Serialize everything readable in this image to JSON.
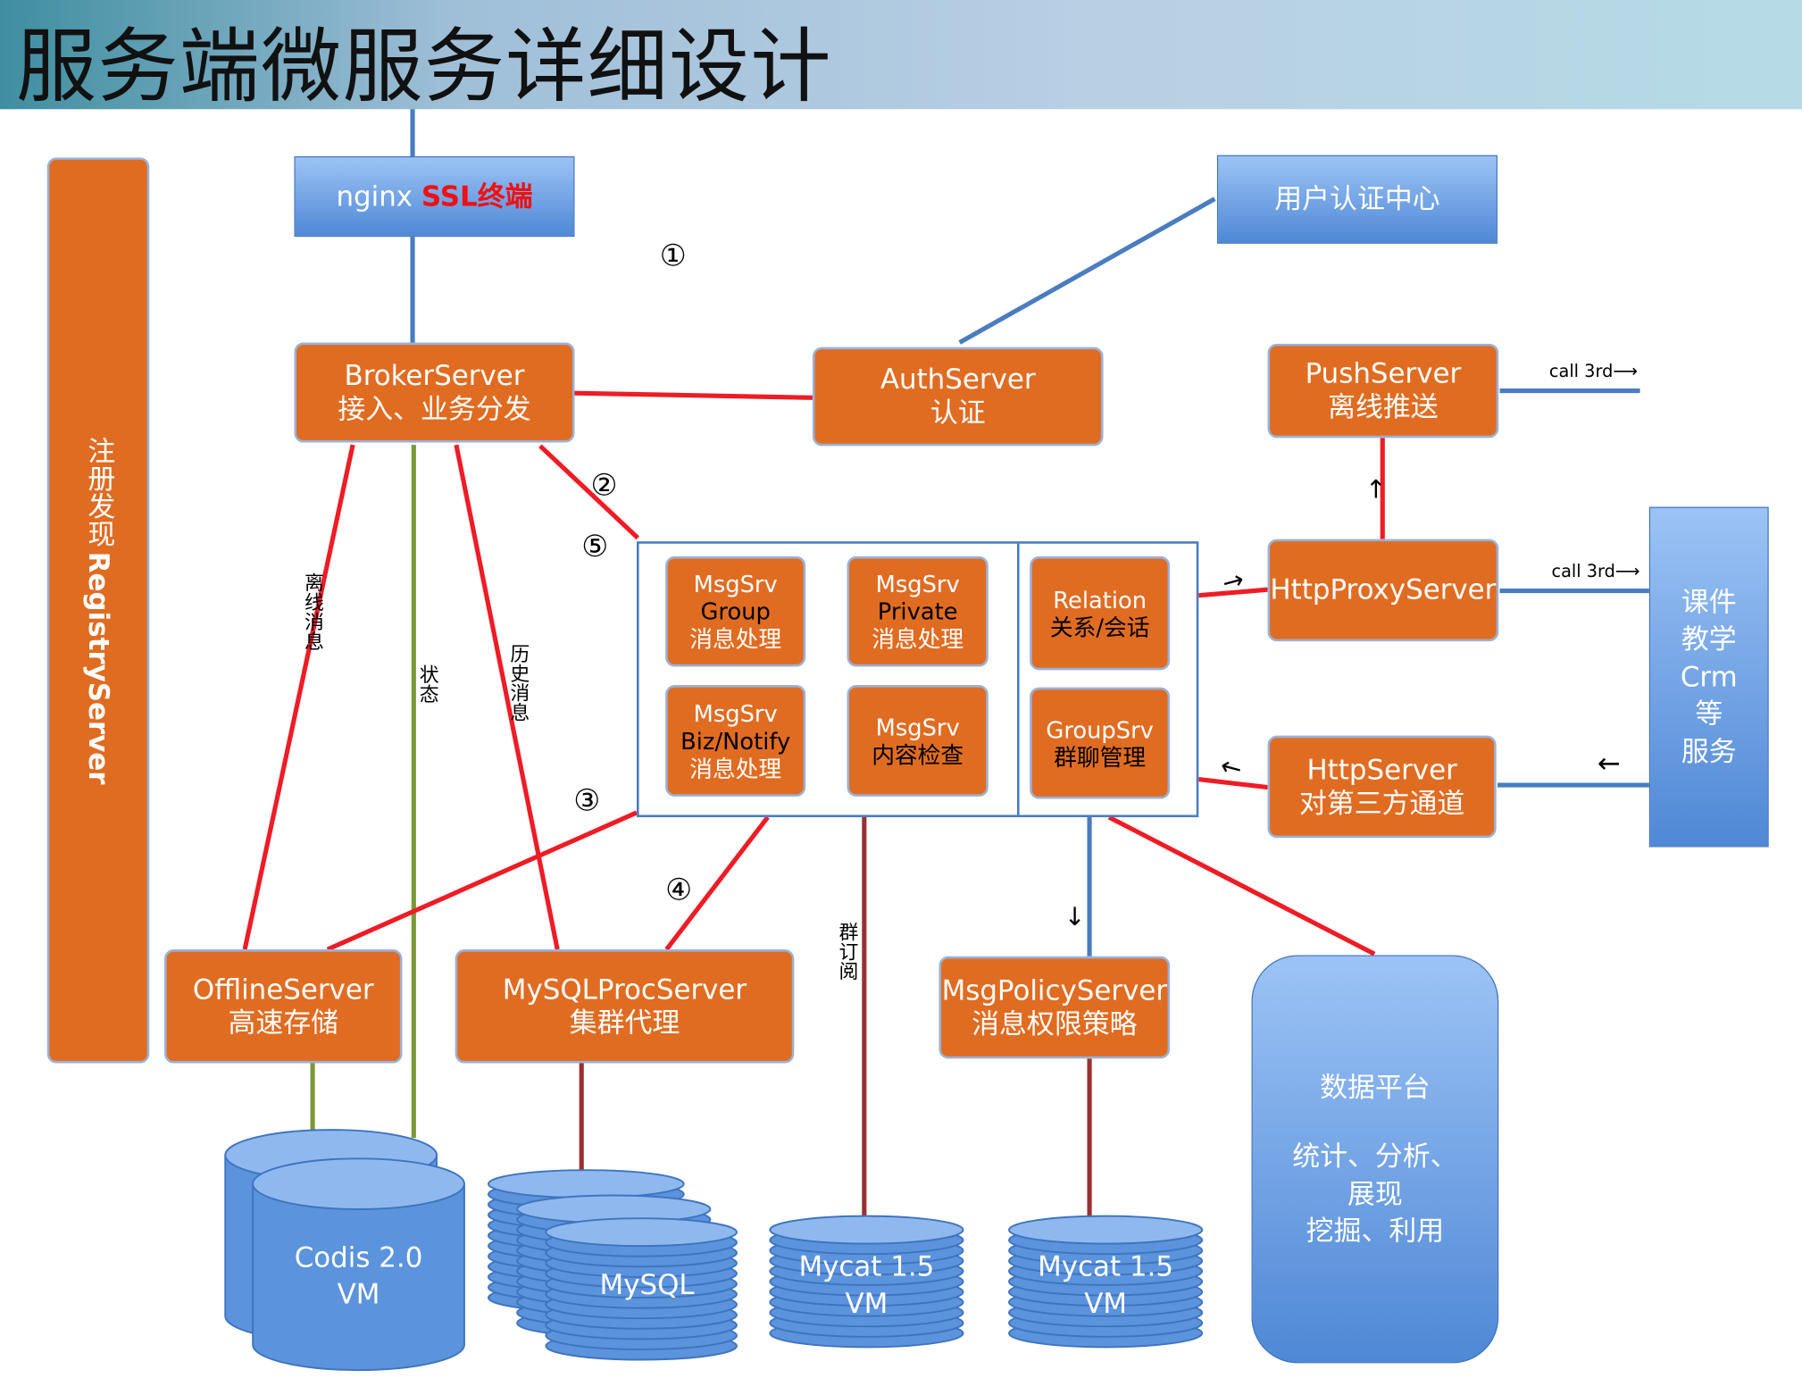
{
  "title": "服务端微服务详细设计",
  "registry": {
    "name": "RegistryServer",
    "desc": "注册发现"
  },
  "nginx": {
    "name": "nginx",
    "ssl": "SSL终端"
  },
  "user_auth_center": "用户认证中心",
  "broker": {
    "name": "BrokerServer",
    "desc": "接入、业务分发"
  },
  "auth": {
    "name": "AuthServer",
    "desc": "认证"
  },
  "push": {
    "name": "PushServer",
    "desc": "离线推送"
  },
  "http_proxy": {
    "name": "HttpProxyServer"
  },
  "http_server": {
    "name": "HttpServer",
    "desc": "对第三方通道"
  },
  "third_party": {
    "lines": [
      "课件",
      "教学",
      "Crm",
      "等",
      "服务"
    ]
  },
  "msgsrv_group": {
    "l1": "MsgSrv",
    "l2": "Group",
    "l3": "消息处理"
  },
  "msgsrv_private": {
    "l1": "MsgSrv",
    "l2": "Private",
    "l3": "消息处理"
  },
  "msgsrv_biz": {
    "l1": "MsgSrv",
    "l2": "Biz/Notify",
    "l3": "消息处理"
  },
  "msgsrv_check": {
    "l1": "MsgSrv",
    "l2": "内容检查"
  },
  "relation": {
    "l1": "Relation",
    "l2": "关系/会话"
  },
  "groupsrv": {
    "l1": "GroupSrv",
    "l2": "群聊管理"
  },
  "offline": {
    "name": "OfflineServer",
    "desc": "高速存储"
  },
  "mysqlproc": {
    "name": "MySQLProcServer",
    "desc": "集群代理"
  },
  "msgpolicy": {
    "name": "MsgPolicyServer",
    "desc": "消息权限策略"
  },
  "data_platform": {
    "l1": "数据平台",
    "l2": "统计、分析、",
    "l3": "展现",
    "l4": "挖掘、利用"
  },
  "codis": {
    "l1": "Codis 2.0",
    "l2": "VM"
  },
  "mysql": {
    "l1": "MySQL"
  },
  "mycat1": {
    "l1": "Mycat 1.5",
    "l2": "VM"
  },
  "mycat2": {
    "l1": "Mycat 1.5",
    "l2": "VM"
  },
  "labels": {
    "call3rd_push": "call 3rd⟶",
    "call3rd_proxy": "call 3rd⟶",
    "arrow_up": "↑",
    "arrow_right": "→",
    "arrow_left_http": "←",
    "arrow_left_3rd": "←",
    "arrow_down": "↓",
    "offline_msg": "离线消息",
    "status": "状态",
    "history_msg": "历史消息",
    "group_sub": "群订阅",
    "n1": "①",
    "n2": "②",
    "n3": "③",
    "n4": "④",
    "n5": "⑤"
  },
  "colors": {
    "orange": "#e06c22",
    "blue": "#4f88d6",
    "red_line": "#ee1c25",
    "green_line": "#7a9a3a",
    "dark_red_line": "#9b3030",
    "blue_line": "#4a7cc0"
  }
}
